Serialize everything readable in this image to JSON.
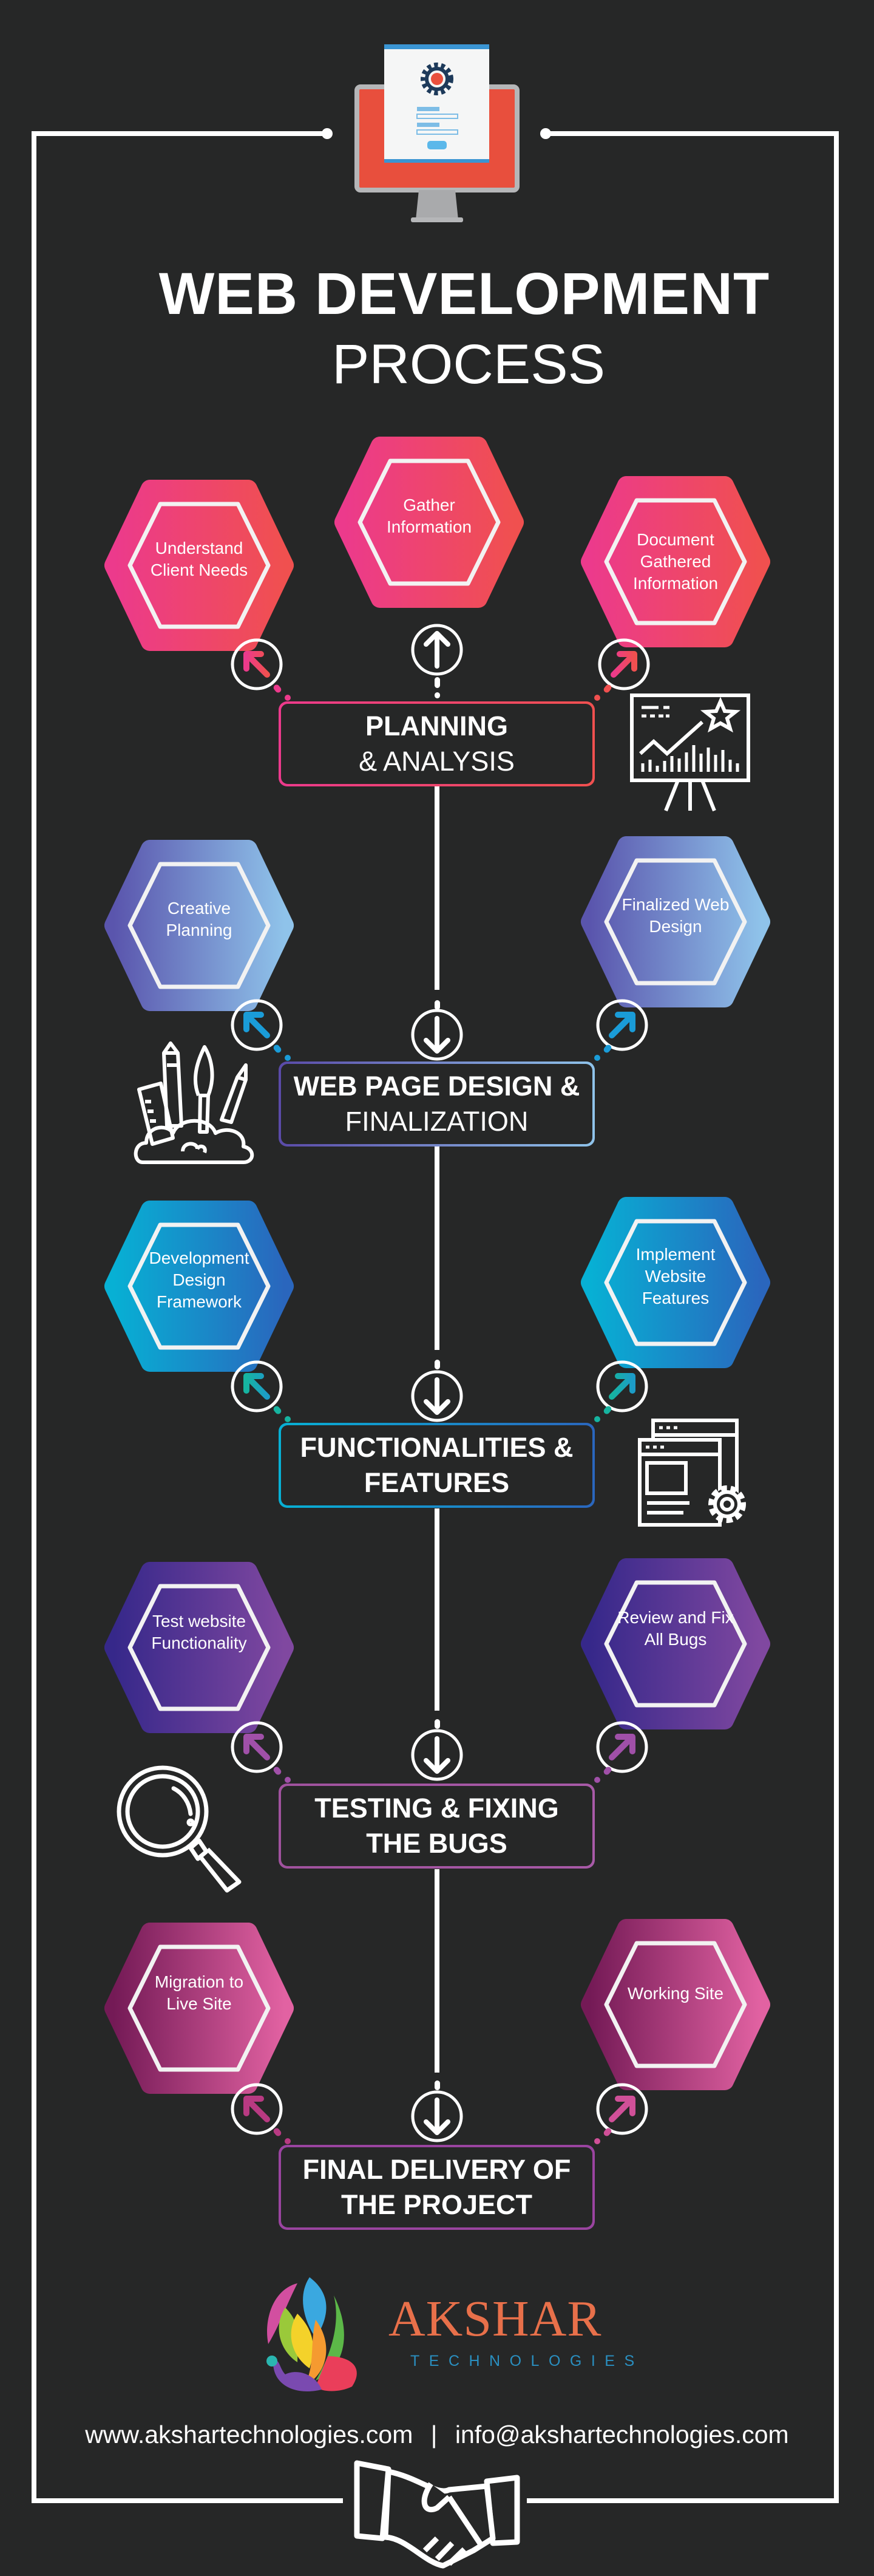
{
  "title": {
    "line1": "WEB DEVELOPMENT",
    "line2": "PROCESS"
  },
  "colors": {
    "background": "#262727",
    "planning": "#ec3a8c",
    "design": "#6a6cc0",
    "features": "#0aa0cc",
    "testing": "#5a3a98",
    "delivery": "#a03a7a",
    "brand_orange": "#e8704a",
    "brand_blue": "#2a8fc0"
  },
  "rows": [
    {
      "stage_line1": "PLANNING",
      "stage_line2": "& ANALYSIS",
      "left": "Understand\nClient Needs",
      "center": "Gather\nInformation",
      "right": "Document\nGathered\nInformation",
      "icon": "presentation-chart-icon"
    },
    {
      "stage_line1": "WEB PAGE DESIGN &",
      "stage_line2": "FINALIZATION",
      "left": "Creative\nPlanning",
      "right": "Finalized Web\nDesign",
      "icon": "art-tools-icon"
    },
    {
      "stage_line1": "FUNCTIONALITIES &",
      "stage_line2": "FEATURES",
      "left": "Development\nDesign\nFramework",
      "right": "Implement\nWebsite\nFeatures",
      "icon": "web-settings-icon"
    },
    {
      "stage_line1": "TESTING & FIXING",
      "stage_line2": "THE BUGS",
      "left": "Test website\nFunctionality",
      "right": "Review and Fix\nAll Bugs",
      "icon": "magnifier-icon"
    },
    {
      "stage_line1": "FINAL DELIVERY OF",
      "stage_line2": "THE PROJECT",
      "left": "Migration to\nLive Site",
      "right": "Working Site"
    }
  ],
  "brand": {
    "name": "AKSHAR",
    "tagline": "TECHNOLOGIES"
  },
  "footer": {
    "website": "www.akshartechnologies.com",
    "separator": "|",
    "email": "info@akshartechnologies.com"
  }
}
